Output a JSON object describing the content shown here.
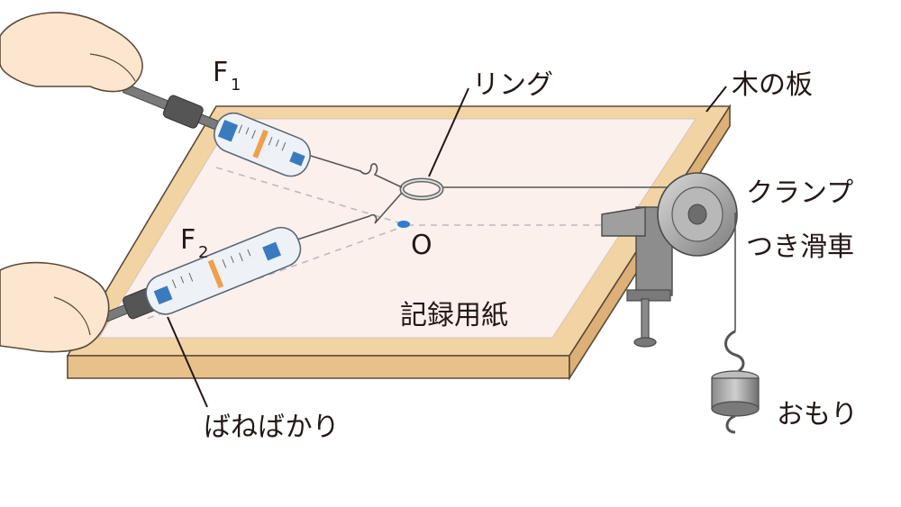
{
  "labels": {
    "f1": "F",
    "f1_sub": "1",
    "f2": "F",
    "f2_sub": "2",
    "ring": "リング",
    "board": "木の板",
    "pulley_line1": "クランプ",
    "pulley_line2": "つき滑車",
    "origin": "O",
    "paper": "記録用紙",
    "spring_scale": "ばねばかり",
    "weight": "おもり"
  },
  "colors": {
    "board_wood": "#f2d3a4",
    "board_edge": "#5a4a3a",
    "paper": "#fbf0ec",
    "scale_body": "#eef2f6",
    "scale_accent": "#3a7bbf",
    "scale_ring": "#f0a04a",
    "hand_skin": "#fde6cf",
    "metal": "#9a9a9a",
    "marker_blue": "#2f7cd0",
    "dashed_line": "#bbbbbb"
  }
}
